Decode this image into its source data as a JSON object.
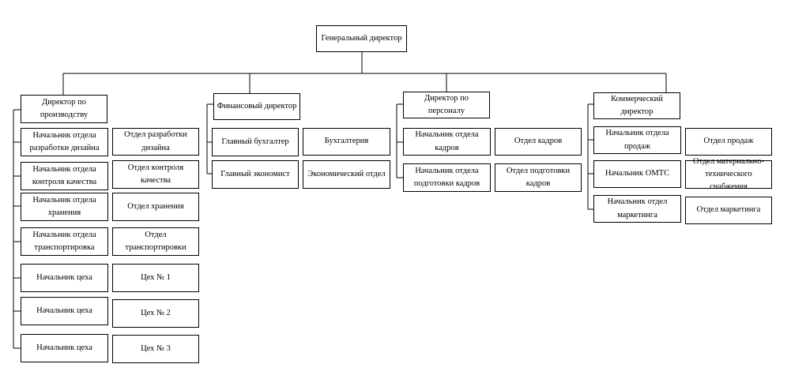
{
  "general_director": "Генеральный директор",
  "divisions": {
    "production": {
      "title": "Директор по производству",
      "rows": [
        {
          "head": "Начальник отдела разработки дизайна",
          "unit": "Отдел разработки дизайна"
        },
        {
          "head": "Начальник отдела контроля качества",
          "unit": "Отдел контроля качества"
        },
        {
          "head": "Начальник отдела хранения",
          "unit": "Отдел хранения"
        },
        {
          "head": "Начальник отдела транспортировка",
          "unit": "Отдел транспортировки"
        },
        {
          "head": "Начальник цеха",
          "unit": "Цех № 1"
        },
        {
          "head": "Начальник цеха",
          "unit": "Цех № 2"
        },
        {
          "head": "Начальник цеха",
          "unit": "Цех № 3"
        }
      ]
    },
    "finance": {
      "title": "Финансовый директор",
      "rows": [
        {
          "head": "Главный бухгалтер",
          "unit": "Бухгалтерия"
        },
        {
          "head": "Главный экономист",
          "unit": "Экономический отдел"
        }
      ]
    },
    "personnel": {
      "title": "Директор по персоналу",
      "rows": [
        {
          "head": "Начальник отдела кадров",
          "unit": "Отдел кадров"
        },
        {
          "head": "Начальник отдела подготовки кадров",
          "unit": "Отдел подготовки кадров"
        }
      ]
    },
    "commercial": {
      "title": "Коммерческий директор",
      "rows": [
        {
          "head": "Начальник отдела продаж",
          "unit": "Отдел продаж"
        },
        {
          "head": "Начальник ОМТС",
          "unit": "Отдел материально-технического снабжения"
        },
        {
          "head": "Начальник отдел маркетинга",
          "unit": "Отдел маркетинга"
        }
      ]
    }
  }
}
